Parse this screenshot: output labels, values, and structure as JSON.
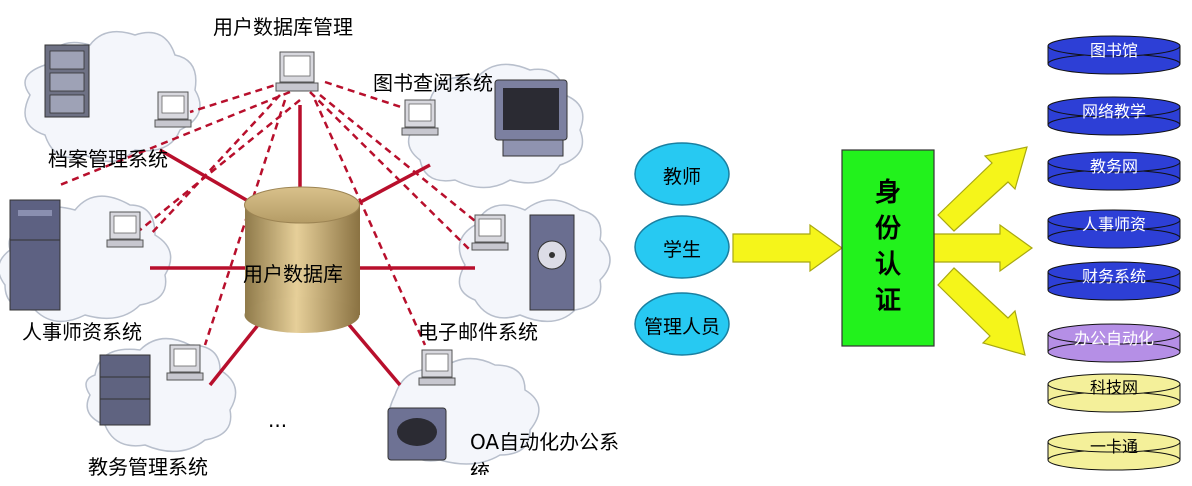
{
  "left": {
    "center_label": "用户数据库",
    "top_label": "用户数据库管理",
    "systems": [
      {
        "name": "档案管理系统"
      },
      {
        "name": "图书查阅系统"
      },
      {
        "name": "人事师资系统"
      },
      {
        "name": "电子邮件系统"
      },
      {
        "name": "教务管理系统"
      },
      {
        "name": "OA自动化办公系统"
      }
    ],
    "ellipsis": "..."
  },
  "right": {
    "users": [
      "教师",
      "学生",
      "管理人员"
    ],
    "auth_box": "身份认证",
    "databases": [
      {
        "label": "图书馆",
        "color": "#2d3fd6"
      },
      {
        "label": "网络教学",
        "color": "#2d3fd6"
      },
      {
        "label": "教务网",
        "color": "#2d3fd6"
      },
      {
        "label": "人事师资",
        "color": "#2d3fd6"
      },
      {
        "label": "财务系统",
        "color": "#2d3fd6"
      },
      {
        "label": "办公自动化",
        "color": "#b58fe6"
      },
      {
        "label": "科技网",
        "color": "#f4f09a"
      },
      {
        "label": "一卡通",
        "color": "#f4f09a"
      }
    ]
  },
  "colors": {
    "user_circle": "#27c9f2",
    "auth_box": "#22f21c",
    "arrow": "#f5f51a",
    "link": "#b80f2c",
    "cylinder": "#c9b07a",
    "cloud": "#f4f6fb"
  }
}
